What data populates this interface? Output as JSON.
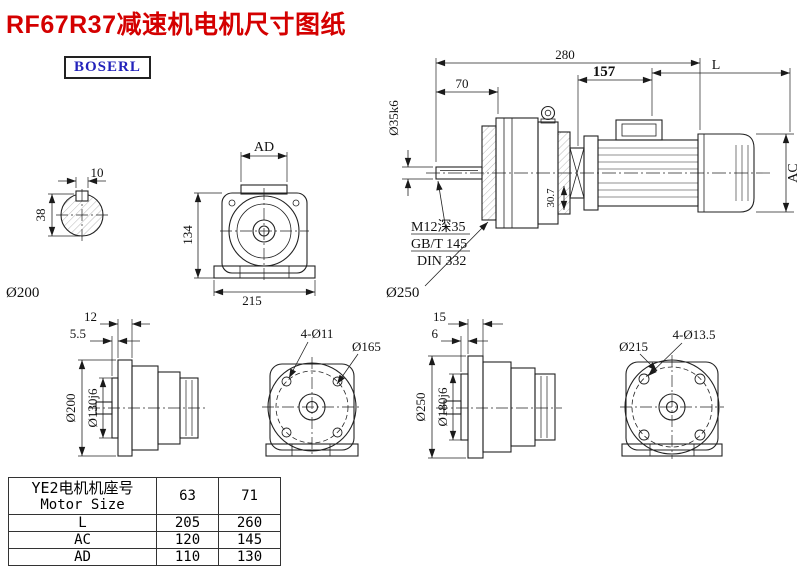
{
  "page": {
    "title": "RF67R37减速机电机尺寸图纸",
    "brand": "BOSERL"
  },
  "assembly": {
    "dim_overall": "280",
    "dim_shaft_len": "70",
    "dim_157": "157",
    "dim_motor_len": "L",
    "dim_motor_dia": "AC",
    "shaft_dia": "Ø35k6",
    "tap_spec": "M12深35",
    "tap_std1": "GB/T 145",
    "tap_std2": "DIN 332",
    "dim_307": "30.7",
    "flange_dia_label": "Ø250"
  },
  "flange_view": {
    "dim_ad": "AD",
    "dim_height": "134",
    "dim_width": "215"
  },
  "shaft_view": {
    "dim_key_width": "10",
    "dim_38": "38",
    "dia_label": "Ø200"
  },
  "frame63": {
    "dim_flange_thk": "12",
    "dim_spigot": "5.5",
    "dia_flange": "Ø200",
    "dia_spigot": "Ø130j6",
    "holes": "4-Ø11",
    "dia_bolt_circle": "Ø165"
  },
  "frame71": {
    "dim_flange_thk": "15",
    "dim_spigot": "6",
    "dia_flange": "Ø250",
    "dia_spigot": "Ø180j6",
    "holes": "4-Ø13.5",
    "dia_bolt_circle": "Ø215"
  },
  "table": {
    "header_cn": "YE2电机机座号",
    "header_en": "Motor Size",
    "col_63": "63",
    "col_71": "71",
    "rows": [
      {
        "label": "L",
        "v63": "205",
        "v71": "260"
      },
      {
        "label": "AC",
        "v63": "120",
        "v71": "145"
      },
      {
        "label": "AD",
        "v63": "110",
        "v71": "130"
      }
    ]
  }
}
